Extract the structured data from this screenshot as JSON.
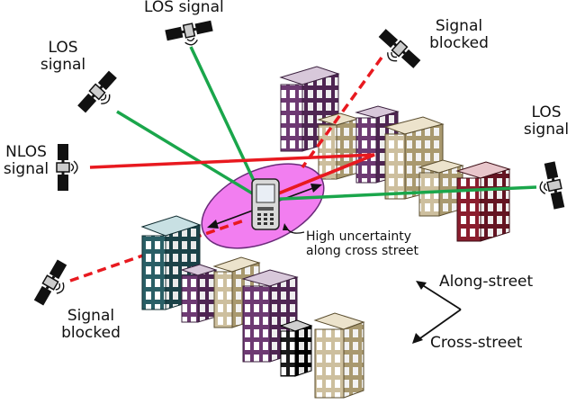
{
  "labels": {
    "los_top": "LOS signal",
    "los_left_1": "LOS",
    "los_left_2": "signal",
    "nlos_1": "NLOS",
    "nlos_2": "signal",
    "blocked_top_1": "Signal",
    "blocked_top_2": "blocked",
    "los_right_1": "LOS",
    "los_right_2": "signal",
    "blocked_bottom_1": "Signal",
    "blocked_bottom_2": "blocked",
    "uncertainty_1": "High uncertainty",
    "uncertainty_2": "along cross street",
    "along_street": "Along-street",
    "cross_street": "Cross-street"
  },
  "colors": {
    "los_line": "#1aa64b",
    "nlos_line": "#e8191f",
    "blocked_line": "#e8191f",
    "uncertainty_fill": "#f27ef0",
    "uncertainty_stroke": "#6a2a7a",
    "bldg_purple": "#6e3a73",
    "bldg_beige": "#cdbf9e",
    "bldg_teal": "#2a5f66",
    "bldg_maroon": "#8b1e2e",
    "bldg_black": "#1b1b1b"
  },
  "icons": {
    "satellite": "satellite-icon",
    "phone": "mobile-phone-icon"
  }
}
